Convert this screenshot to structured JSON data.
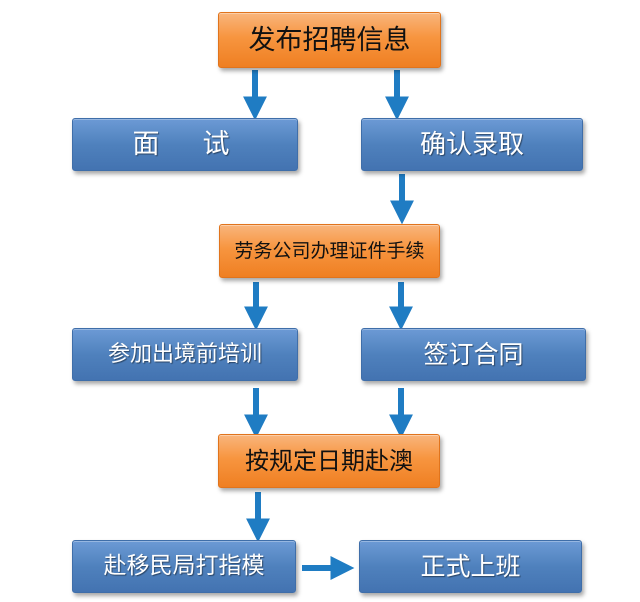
{
  "diagram": {
    "nodes": {
      "post_job": "发布招聘信息",
      "interview": "面　试",
      "confirm_hire": "确认录取",
      "agency_documents": "劳务公司办理证件手续",
      "pre_departure_training": "参加出境前培训",
      "sign_contract": "签订合同",
      "depart_schedule": "按规定日期赴澳",
      "fingerprint": "赴移民局打指模",
      "start_work": "正式上班"
    },
    "colors": {
      "orange": "#f7953f",
      "blue": "#4f81bd",
      "arrow": "#1f7cc3"
    }
  }
}
